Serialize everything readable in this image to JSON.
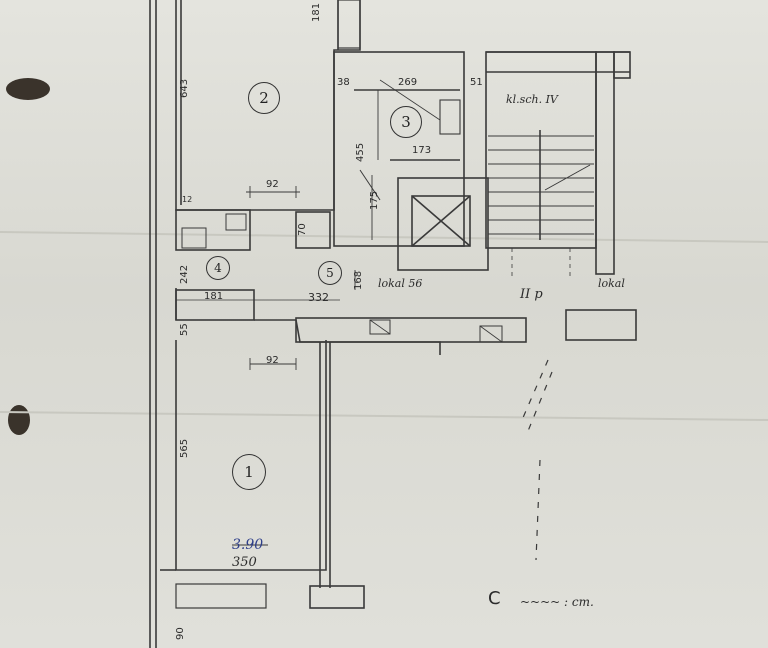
{
  "rooms": {
    "r1": "1",
    "r2": "2",
    "r3": "3",
    "r4": "4",
    "r5": "5"
  },
  "dims": {
    "d643": "643",
    "d181_top": "181",
    "d38": "38",
    "d269": "269",
    "d51": "51",
    "d455": "455",
    "d173": "173",
    "d175": "175",
    "d92_top": "92",
    "d12": "12",
    "d70": "70",
    "d242": "242",
    "d168": "168",
    "d181_mid": "181",
    "d332": "332",
    "d55": "55",
    "d92_low": "92",
    "d565": "565",
    "d350": "350",
    "d90": "90"
  },
  "annotations": {
    "klsch": "kl.sch. IV",
    "lokal56": "lokal 56",
    "iip": "II p",
    "lokal": "lokal",
    "blue_390": "3.90",
    "scale_c": "C",
    "scale_rest": "~~~~ : cm."
  }
}
